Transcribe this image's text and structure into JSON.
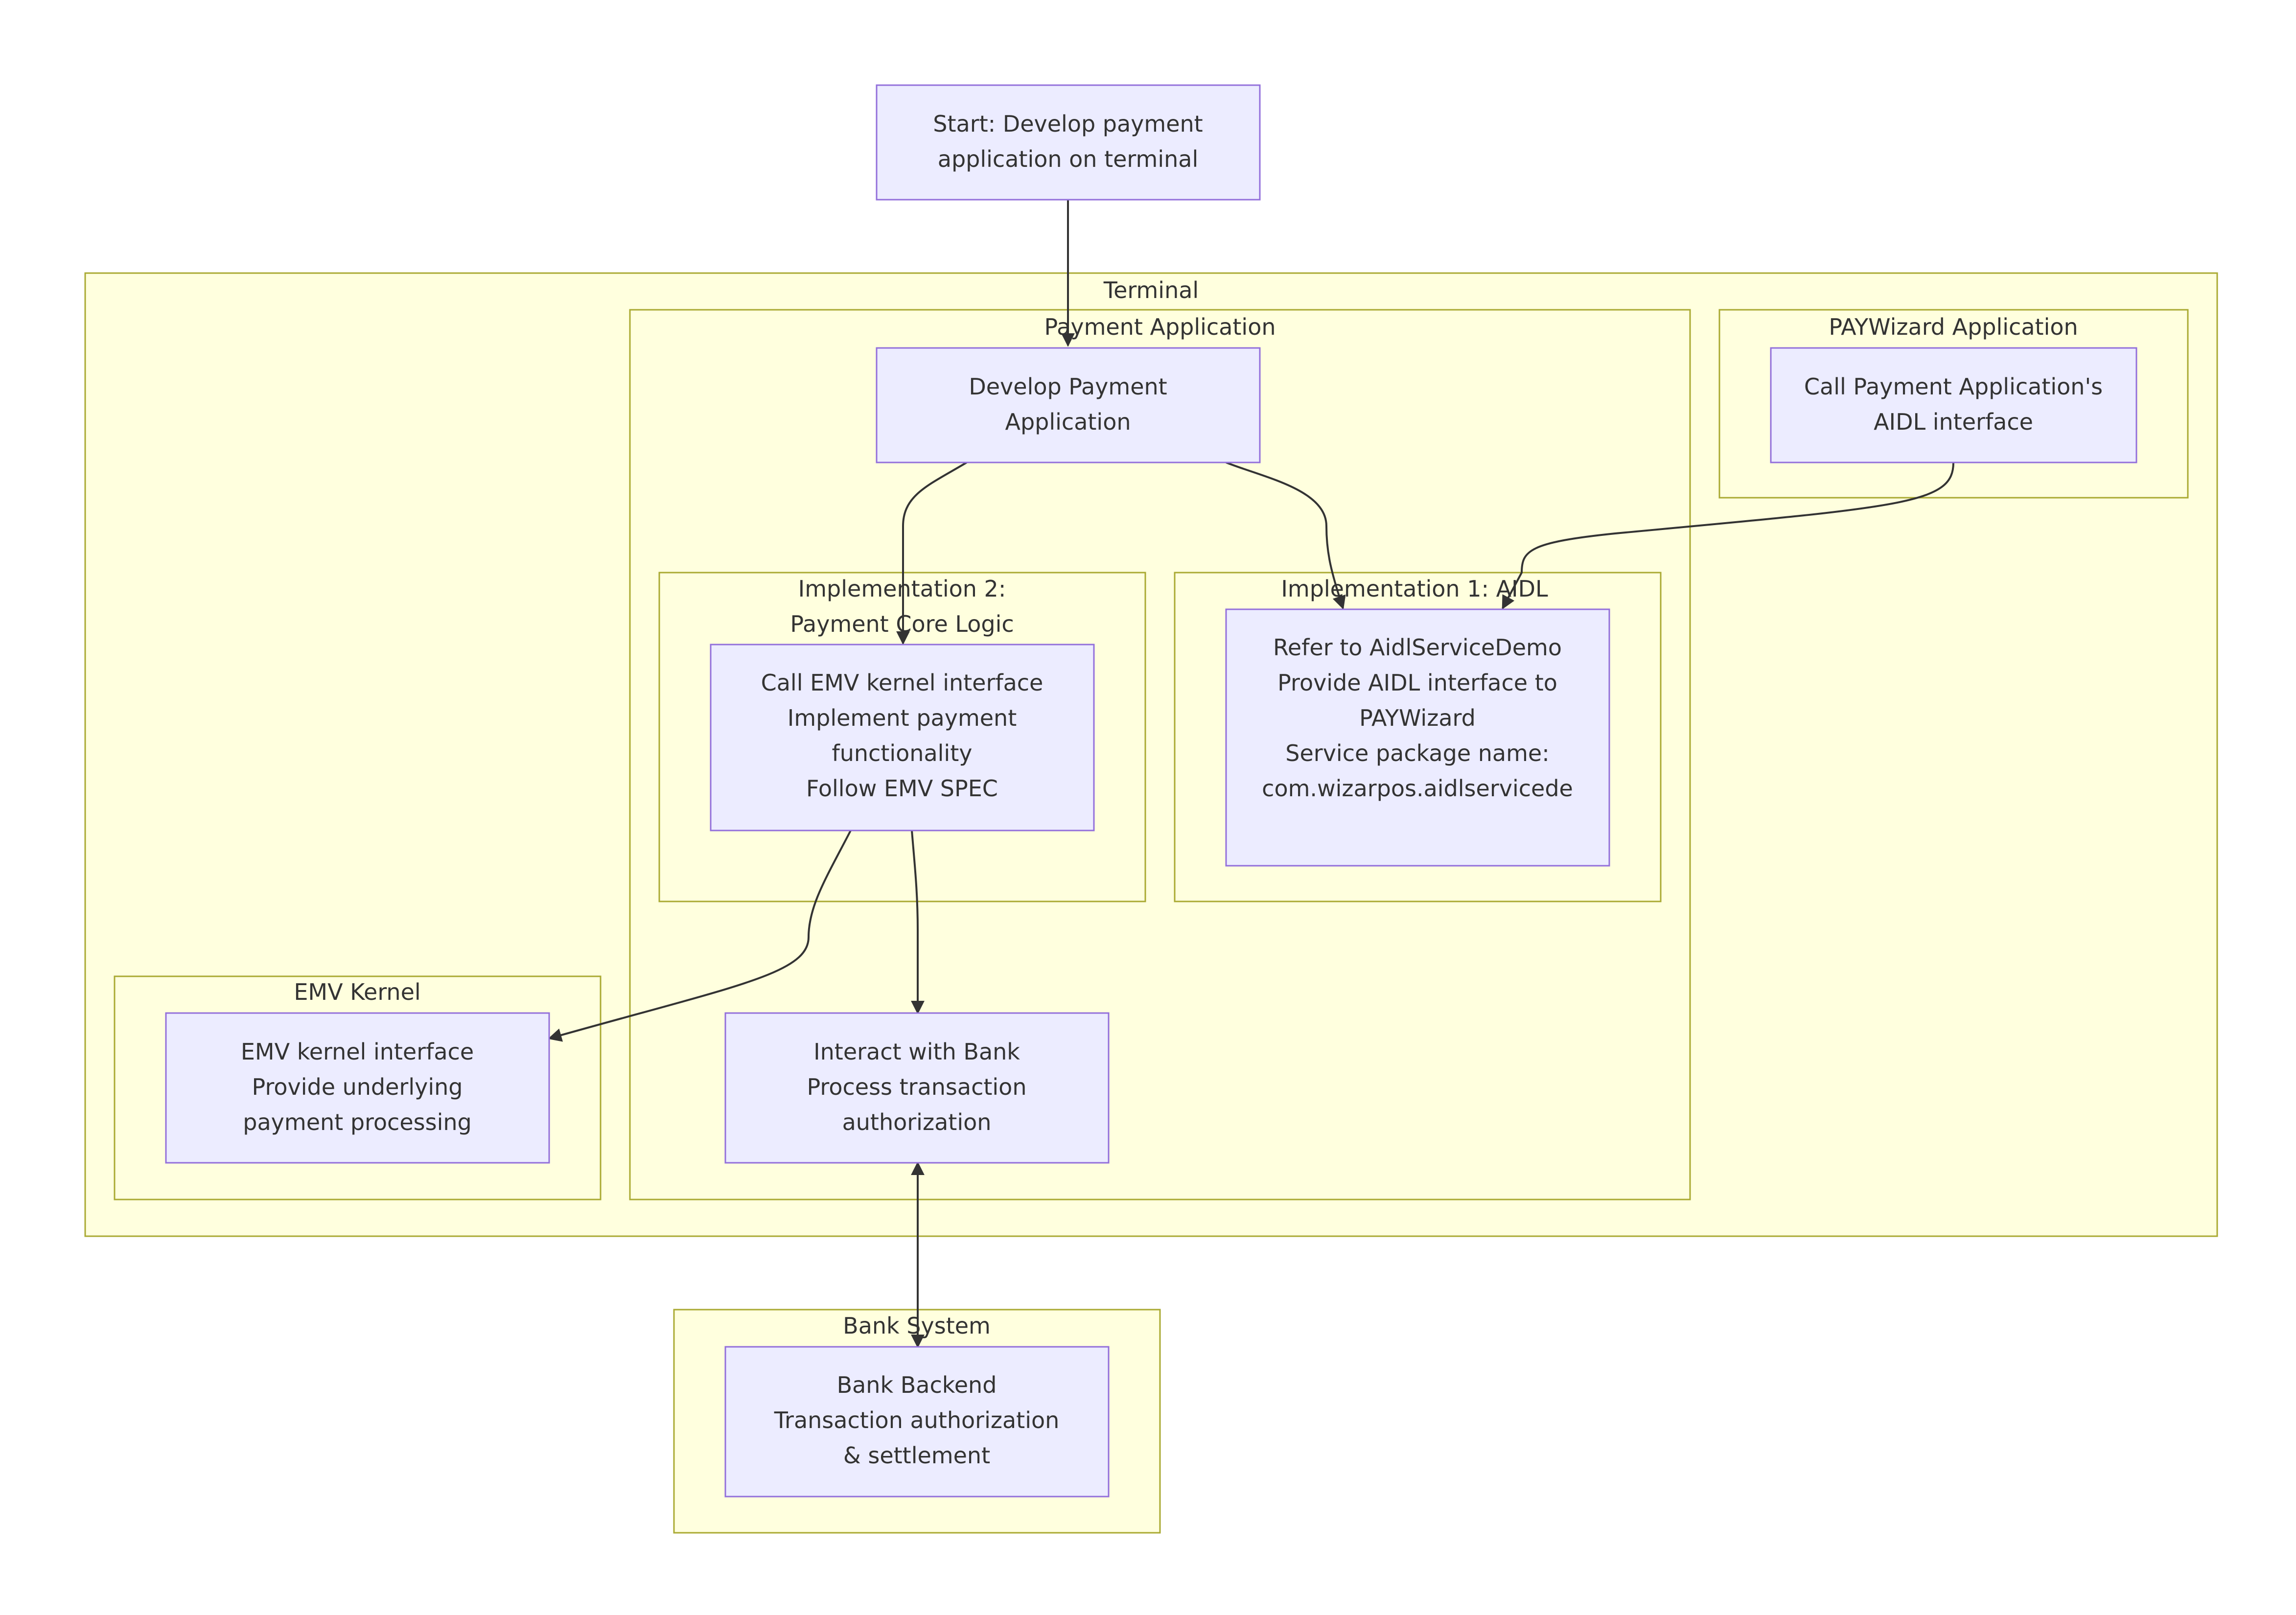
{
  "clusters": {
    "terminal": {
      "label": "Terminal"
    },
    "payment_app": {
      "label": "Payment Application"
    },
    "paywizard_app": {
      "label": "PAYWizard Application"
    },
    "impl2": {
      "label_lines": [
        "Implementation 2:",
        "Payment Core Logic"
      ]
    },
    "impl1": {
      "label": "Implementation 1: AIDL"
    },
    "emv_kernel": {
      "label": "EMV Kernel"
    },
    "bank_system": {
      "label": "Bank System"
    }
  },
  "nodes": {
    "start": {
      "lines": [
        "Start: Develop payment",
        "application on terminal"
      ]
    },
    "develop": {
      "lines": [
        "Develop Payment",
        "Application"
      ]
    },
    "paywizard_call": {
      "lines": [
        "Call Payment Application's",
        "AIDL interface"
      ]
    },
    "impl2_node": {
      "lines": [
        "Call EMV kernel interface",
        "Implement payment",
        "functionality",
        "Follow EMV SPEC"
      ]
    },
    "impl1_node": {
      "lines": [
        "Refer to AidlServiceDemo",
        "Provide AIDL interface to",
        "PAYWizard",
        "Service package name:",
        "com.wizarpos.aidlservicede"
      ]
    },
    "emv_node": {
      "lines": [
        "EMV kernel interface",
        "Provide underlying",
        "payment processing"
      ]
    },
    "bank_interact": {
      "lines": [
        "Interact with Bank",
        "Process transaction",
        "authorization"
      ]
    },
    "bank_backend": {
      "lines": [
        "Bank Backend",
        "Transaction authorization",
        "& settlement"
      ]
    }
  },
  "edges": [
    {
      "from": "start",
      "to": "develop"
    },
    {
      "from": "develop",
      "to": "impl2_node"
    },
    {
      "from": "develop",
      "to": "impl1_node"
    },
    {
      "from": "paywizard_call",
      "to": "impl1_node"
    },
    {
      "from": "impl2_node",
      "to": "emv_node"
    },
    {
      "from": "impl2_node",
      "to": "bank_interact"
    },
    {
      "from": "bank_interact",
      "to": "bank_backend",
      "bidirectional": true
    }
  ],
  "colors": {
    "cluster_fill": "#ffffde",
    "cluster_stroke": "#aaaa33",
    "node_fill": "#ececff",
    "node_stroke": "#9370db",
    "edge": "#333333",
    "text": "#333333"
  }
}
